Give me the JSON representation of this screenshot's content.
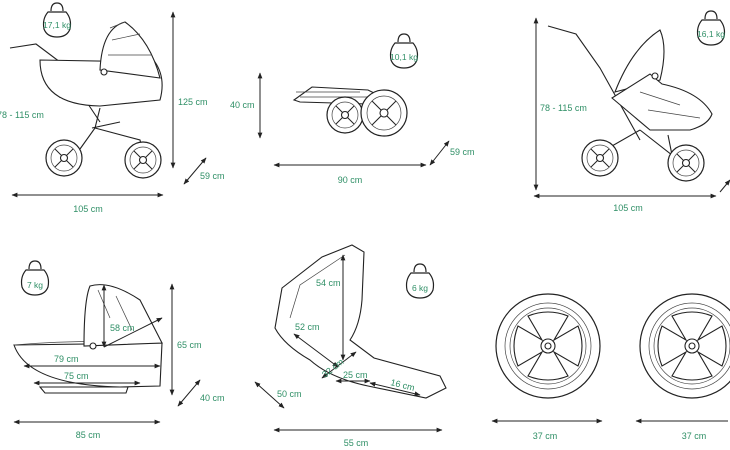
{
  "colors": {
    "label": "#2f8f66",
    "line": "#222222",
    "background": "#ffffff"
  },
  "stroller_carrycot": {
    "weight": "17,1 kg",
    "height": "125 cm",
    "handle": "78 - 115 cm",
    "width": "59 cm",
    "length": "105 cm"
  },
  "folded": {
    "weight": "10,1 kg",
    "height": "40 cm",
    "length": "90 cm",
    "width": "59 cm"
  },
  "stroller_seat": {
    "weight": "16,1 kg",
    "handle": "78 - 115 cm",
    "length": "105 cm"
  },
  "carrycot": {
    "weight": "7 kg",
    "height": "65 cm",
    "inner_height": "58 cm",
    "inner_length": "79 cm",
    "base_length": "75 cm",
    "length": "85 cm",
    "width": "40 cm"
  },
  "seat": {
    "weight": "6 kg",
    "backrest": "54 cm",
    "back_angle": "52 cm",
    "seat_depth": "32 cm",
    "seat_mid": "25 cm",
    "footrest": "16 cm",
    "width": "50 cm",
    "length": "55 cm"
  },
  "wheels": {
    "left": "37 cm",
    "right": "37 cm"
  }
}
